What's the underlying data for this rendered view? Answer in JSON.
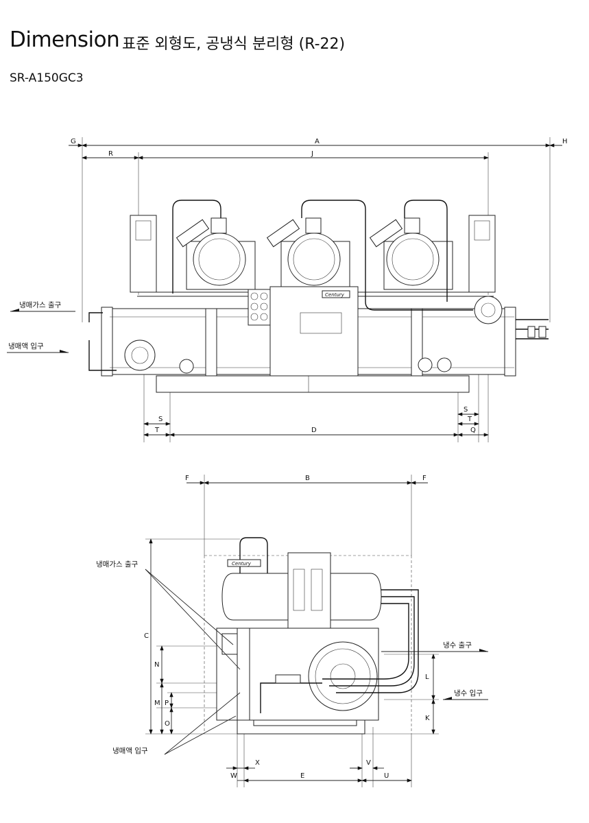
{
  "header": {
    "title": "Dimension",
    "subtitle": "표준 외형도, 공냉식 분리형 (R-22)",
    "model": "SR-A150GC3"
  },
  "front_view": {
    "dims": {
      "A": "A",
      "G": "G",
      "H": "H",
      "R": "R",
      "J": "J",
      "S_left": "S",
      "T_left": "T",
      "D": "D",
      "S_right": "S",
      "T_right": "T",
      "Q": "Q"
    },
    "labels": {
      "gas_outlet": "냉매가스 출구",
      "liquid_inlet": "냉매액 입구"
    },
    "brand": "Century"
  },
  "side_view": {
    "dims": {
      "F_left": "F",
      "B": "B",
      "F_right": "F",
      "C": "C",
      "N": "N",
      "M": "M",
      "P": "P",
      "O": "O",
      "L": "L",
      "K": "K",
      "X": "X",
      "V": "V",
      "W": "W",
      "E": "E",
      "U": "U"
    },
    "labels": {
      "gas_outlet": "냉매가스 출구",
      "liquid_inlet": "냉매액 입구",
      "water_outlet": "냉수 출구",
      "water_inlet": "냉수 입구"
    },
    "brand": "Century"
  }
}
